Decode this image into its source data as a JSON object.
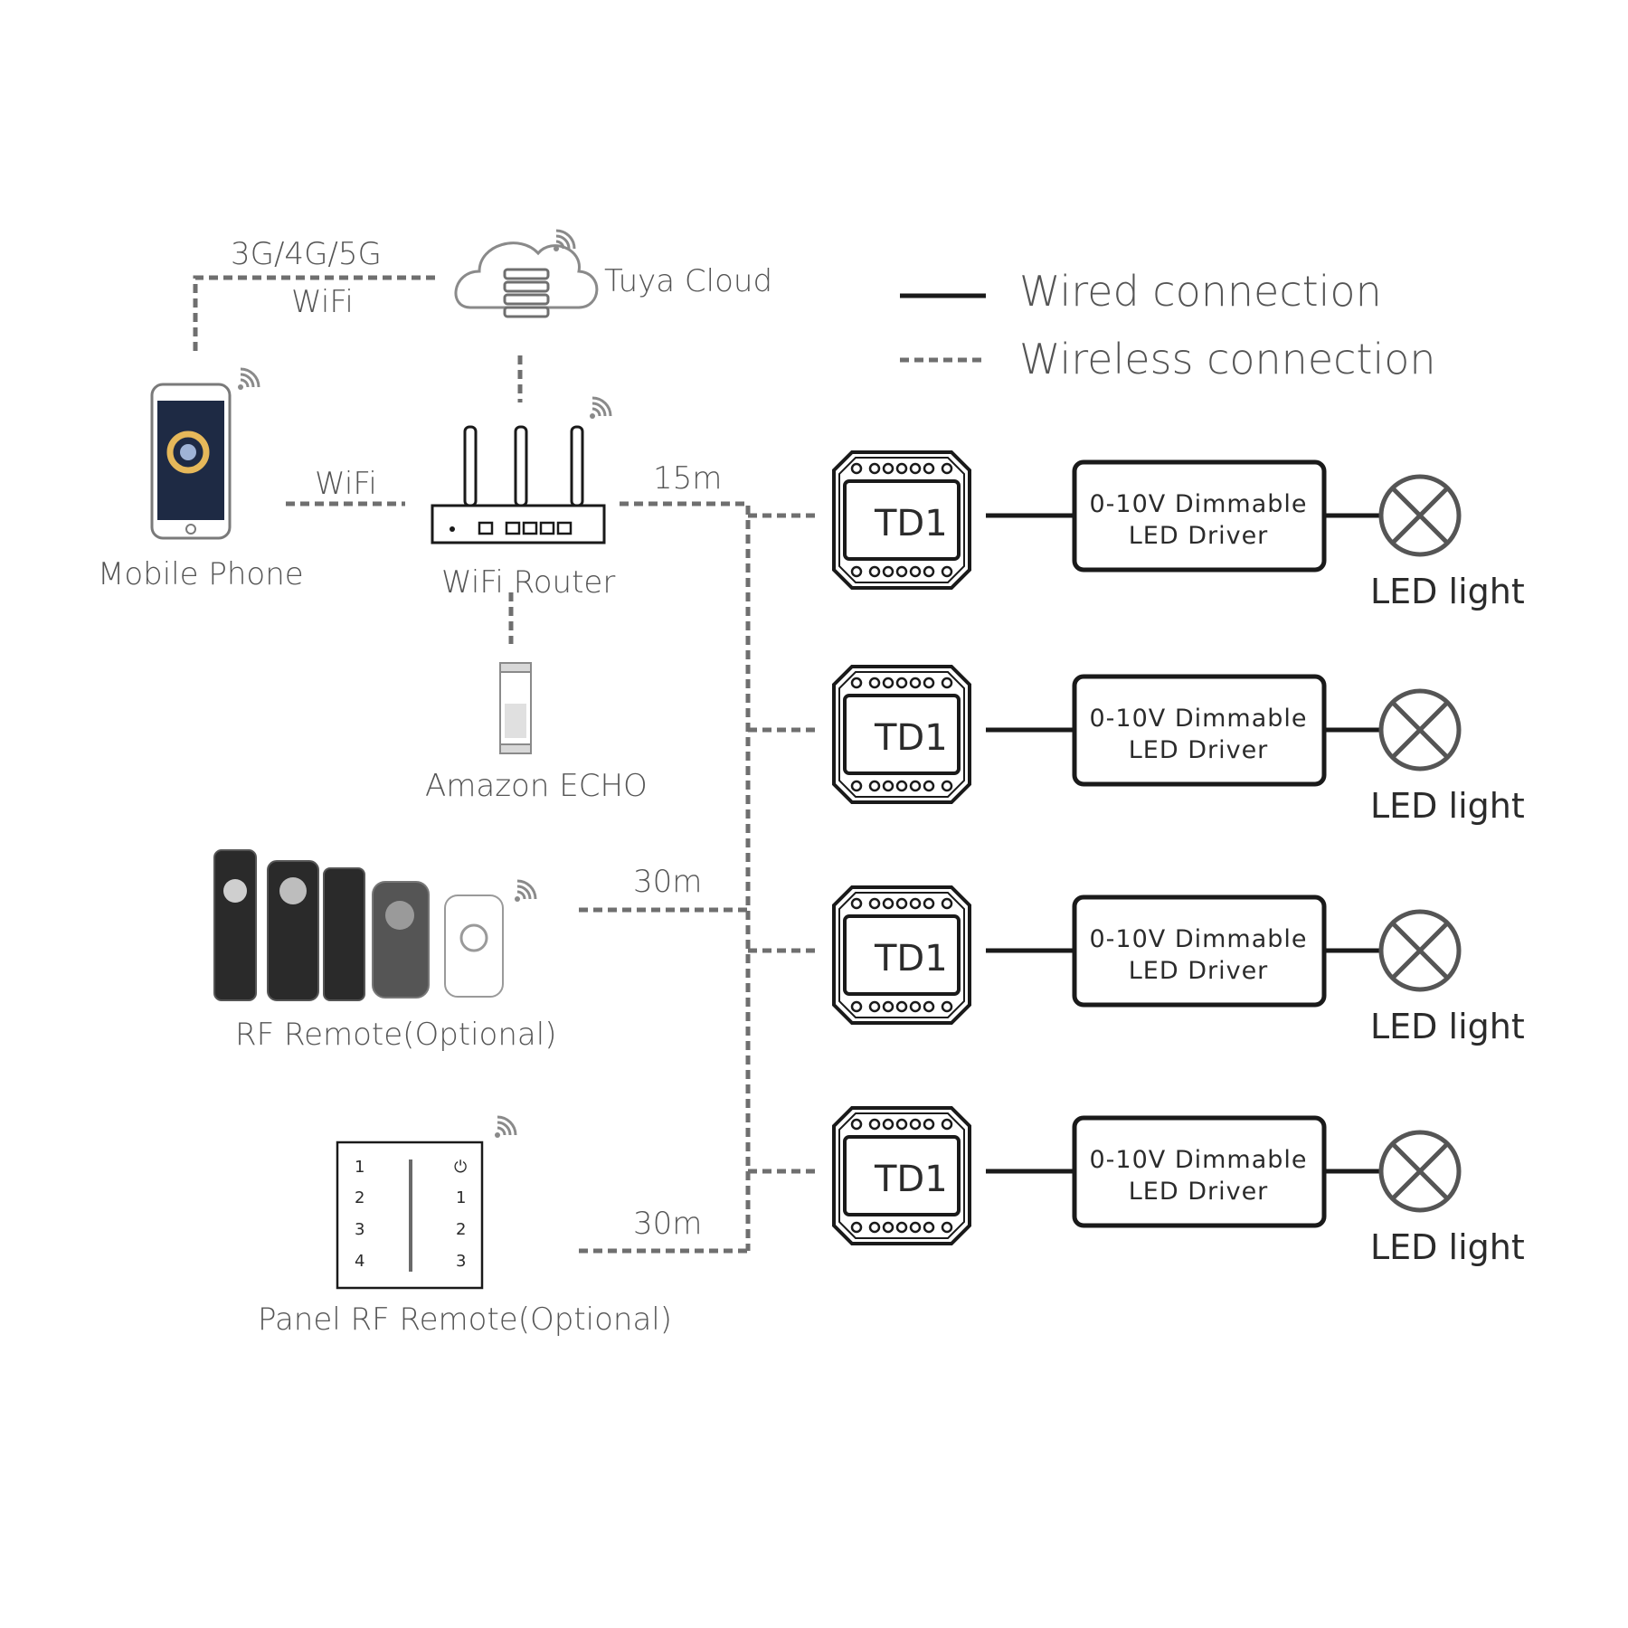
{
  "legend": {
    "wired_label": "Wired connection",
    "wireless_label": "Wireless connection"
  },
  "sources": {
    "mobile_phone": "Mobile Phone",
    "tuya_cloud": "Tuya Cloud",
    "cellular_label": "3G/4G/5G",
    "wifi_label_top": "WiFi",
    "wifi_label_phone": "WiFi",
    "wifi_router": "WiFi Router",
    "router_distance": "15m",
    "amazon_echo": "Amazon ECHO",
    "rf_remote": "RF Remote(Optional)",
    "rf_distance": "30m",
    "panel_remote": "Panel RF Remote(Optional)",
    "panel_distance": "30m",
    "panel_left_keys": [
      "1",
      "2",
      "3",
      "4"
    ],
    "panel_right_keys": [
      "⏻",
      "1",
      "2",
      "3"
    ]
  },
  "channels": [
    {
      "controller": "TD1",
      "driver_line1": "0-10V Dimmable",
      "driver_line2": "LED Driver",
      "light": "LED light"
    },
    {
      "controller": "TD1",
      "driver_line1": "0-10V Dimmable",
      "driver_line2": "LED Driver",
      "light": "LED light"
    },
    {
      "controller": "TD1",
      "driver_line1": "0-10V Dimmable",
      "driver_line2": "LED Driver",
      "light": "LED light"
    },
    {
      "controller": "TD1",
      "driver_line1": "0-10V Dimmable",
      "driver_line2": "LED Driver",
      "light": "LED light"
    }
  ],
  "colors": {
    "wired": "#1a1a1a",
    "wireless": "#6f6f6f",
    "label": "#555555"
  }
}
